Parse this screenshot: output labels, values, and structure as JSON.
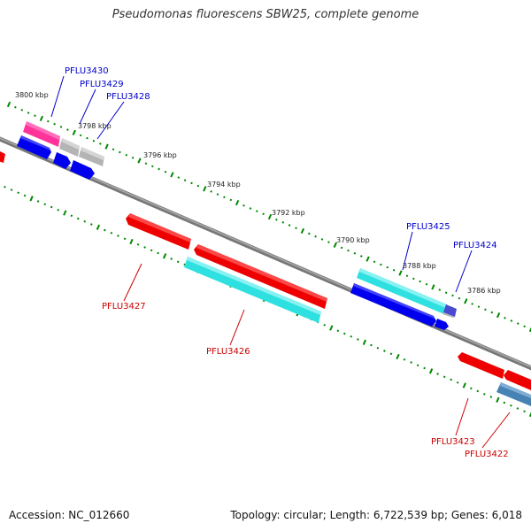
{
  "title": "Pseudomonas fluorescens SBW25, complete genome",
  "footer": {
    "accession": "Accession: NC_012660",
    "summary": "Topology: circular; Length: 6,722,539 bp; Genes: 6,018"
  },
  "ruler_labels": [
    "3800 kbp",
    "3798 kbp",
    "3796 kbp",
    "3794 kbp",
    "3792 kbp",
    "3790 kbp",
    "3788 kbp",
    "3786 kbp"
  ],
  "genes_top": [
    "PFLU3430",
    "PFLU3429",
    "PFLU3428",
    "PFLU3425",
    "PFLU3424"
  ],
  "genes_bottom": [
    "PFLU3427",
    "PFLU3426",
    "PFLU3423",
    "PFLU3422"
  ],
  "colors": {
    "backbone": "#808080",
    "forward_cds": "#0000ee",
    "forward_gene_pink": "#ff3399",
    "forward_gene_grey": "#b4b4b4",
    "forward_gene_cyan": "#2fe0e0",
    "reverse_cds": "#ee0000",
    "reverse_gene_cyan": "#2fe0e0",
    "reverse_gene_steelblue": "#4682b4",
    "ticks": "#008800",
    "label_forward": "#0000cc",
    "label_reverse": "#cc0000"
  }
}
